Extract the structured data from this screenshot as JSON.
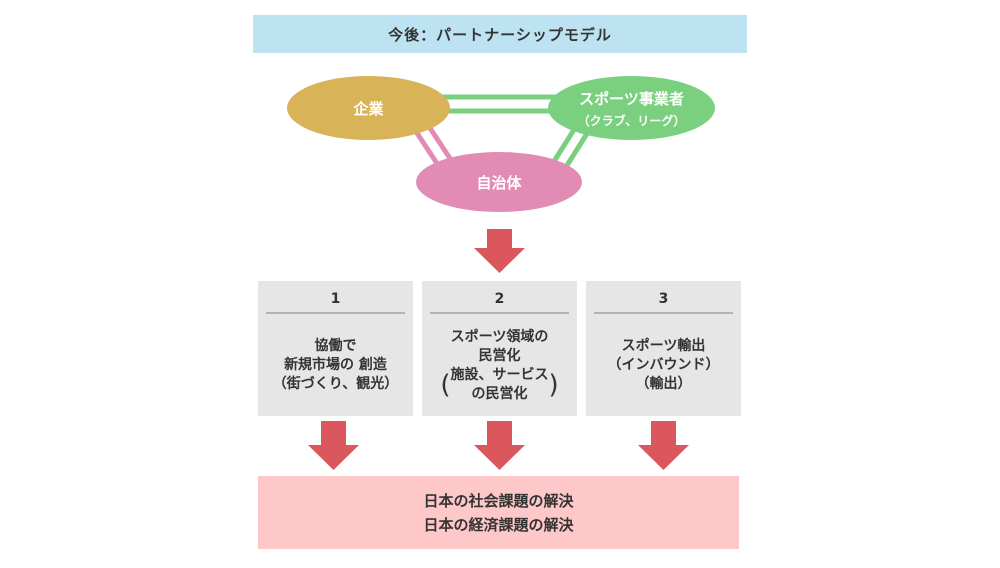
{
  "title": "今後：パートナーシップモデル",
  "entities": {
    "company": "企業",
    "sports_business": "スポーツ事業者",
    "sports_business_sub": "（クラブ、リーグ）",
    "local_government": "自治体"
  },
  "columns": [
    {
      "number": "1",
      "lines": [
        "協働で",
        "新規市場の 創造",
        "（街づくり、観光）"
      ]
    },
    {
      "number": "2",
      "lines": [
        "スポーツ領域の",
        "民営化"
      ],
      "paren_lines": [
        "施設、サービス",
        "の民営化"
      ]
    },
    {
      "number": "3",
      "lines": [
        "スポーツ輸出",
        "（インバウンド）",
        "（輸出）"
      ]
    }
  ],
  "result": {
    "line1": "日本の社会課題の解決",
    "line2": "日本の経済課題の解決"
  },
  "colors": {
    "title_bg": "#bde3f3",
    "company": "#d9b358",
    "sports_business": "#7bd07f",
    "local_government": "#e28cb5",
    "arrow": "#d9575d",
    "column_bg": "#e6e6e6",
    "result_bg": "#ffc8c8"
  }
}
